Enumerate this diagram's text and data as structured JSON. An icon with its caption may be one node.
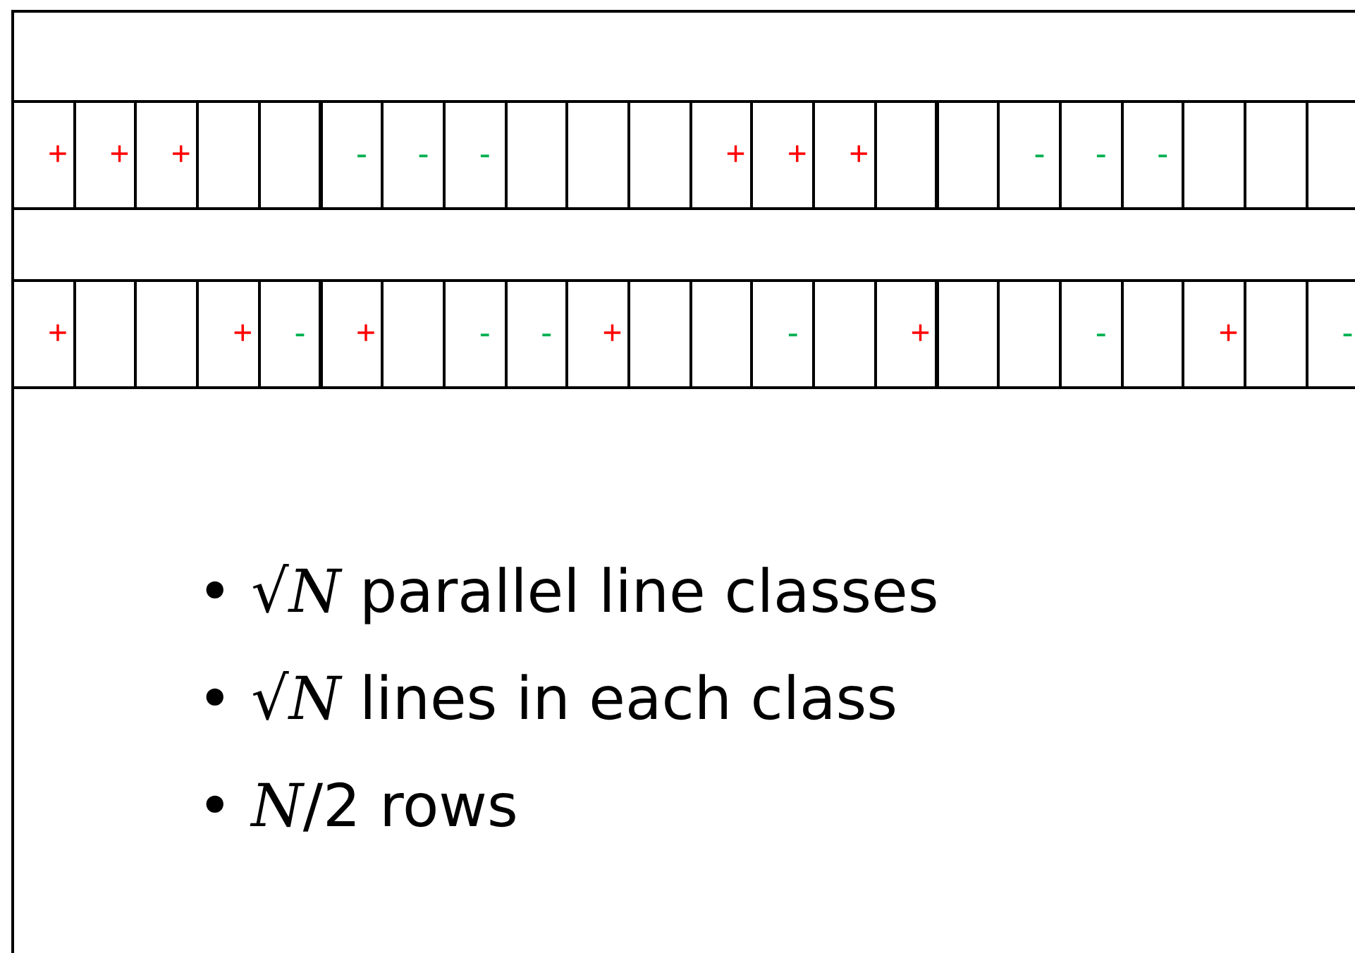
{
  "diagram": {
    "nodes": [
      {
        "text": [
          "+"
        ]
      },
      {
        "text": [
          "+"
        ]
      },
      {
        "text": [
          "+"
        ]
      },
      {
        "text": [],
        "shape": "box"
      },
      {
        "text": [],
        "shape": "box"
      },
      {
        "text": [
          "-"
        ]
      },
      {
        "text": [
          "-"
        ]
      },
      {
        "text": [
          "-"
        ]
      },
      {
        "text": [],
        "shape": "box"
      },
      {
        "text": [],
        "shape": "box"
      },
      {
        "text": [],
        "shape": "box"
      },
      {
        "text": [
          "+"
        ]
      },
      {
        "text": [
          "+"
        ]
      },
      {
        "text": [
          "+"
        ]
      },
      {
        "text": [],
        "shape": "box"
      },
      {
        "text": [],
        "shape": "box"
      },
      {
        "text": [
          "-"
        ]
      },
      {
        "text": [
          "-"
        ]
      },
      {
        "text": [
          "-"
        ]
      },
      {
        "text": [],
        "shape": "box"
      },
      {
        "text": [],
        "shape": "box"
      },
      {
        "text": [],
        "shape": "box"
      },
      {
        "text": [
          "+"
        ]
      },
      {
        "text": [],
        "shape": "box"
      },
      {
        "text": [],
        "shape": "box"
      },
      {
        "text": [
          "+"
        ]
      },
      {
        "text": [
          "-"
        ]
      },
      {
        "text": [
          "+"
        ]
      },
      {
        "text": [],
        "shape": "box"
      },
      {
        "text": [
          "-"
        ]
      },
      {
        "text": [
          "-"
        ]
      },
      {
        "text": [
          "+"
        ]
      },
      {
        "text": [],
        "shape": "box"
      },
      {
        "text": [],
        "shape": "box"
      },
      {
        "text": [
          "-"
        ]
      },
      {
        "text": [],
        "shape": "box"
      },
      {
        "text": [
          "+"
        ]
      },
      {
        "text": [],
        "shape": "box"
      },
      {
        "text": [],
        "shape": "box"
      },
      {
        "text": [
          "-"
        ]
      },
      {
        "text": [],
        "shape": "box"
      },
      {
        "text": [
          "+"
        ]
      },
      {
        "text": [],
        "shape": "box"
      },
      {
        "text": [
          "-"
        ]
      }
    ],
    "labels": [
      "• √*N* parallel line classes",
      "• √*N* lines in each class",
      "• *N*/2 rows"
    ]
  }
}
